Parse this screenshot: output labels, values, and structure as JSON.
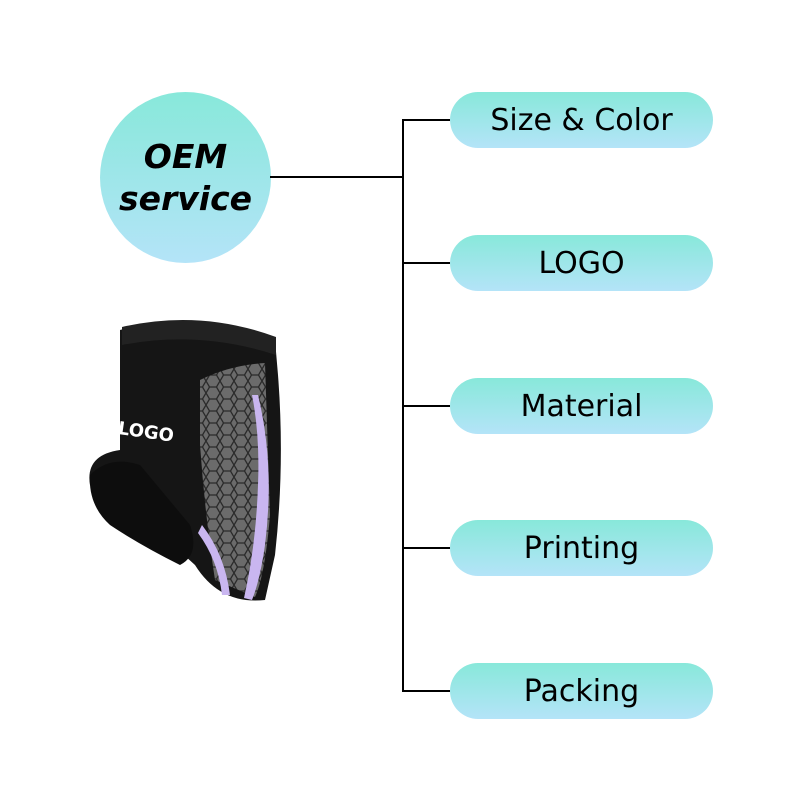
{
  "hub": {
    "line1": "OEM",
    "line2": "service"
  },
  "options": [
    "Size & Color",
    "LOGO",
    "Material",
    "Printing",
    "Packing"
  ],
  "product": {
    "logo_text": "LOGO"
  },
  "colors": {
    "gradient_top": "#88e8da",
    "gradient_bottom": "#b4e4f8",
    "accent_stripe": "#c9b6f0"
  }
}
